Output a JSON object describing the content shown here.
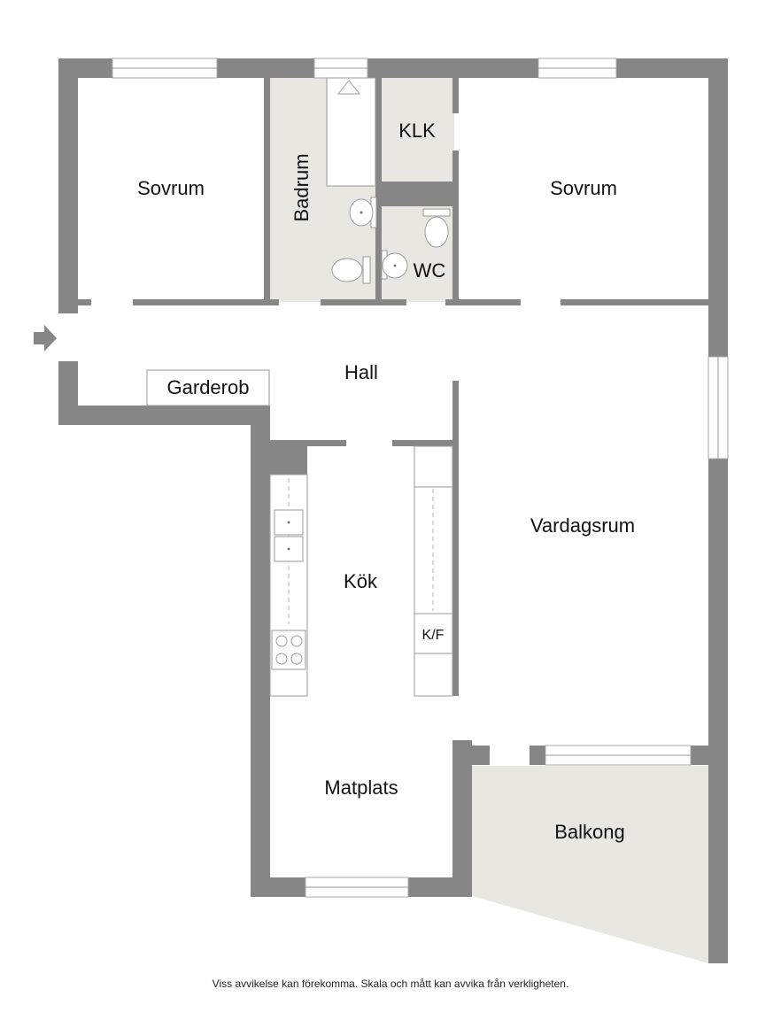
{
  "rooms": {
    "sovrum_left": "Sovrum",
    "badrum": "Badrum",
    "klk": "KLK",
    "sovrum_right": "Sovrum",
    "wc": "WC",
    "hall": "Hall",
    "garderob": "Garderob",
    "vardagsrum": "Vardagsrum",
    "kok": "Kök",
    "kf": "K/F",
    "matplats": "Matplats",
    "balkong": "Balkong"
  },
  "disclaimer": "Viss avvikelse kan förekomma. Skala och mått kan avvika från verkligheten.",
  "colors": {
    "wall": "#868686",
    "wet_room_floor": "#e9e7e2",
    "background": "#ffffff"
  }
}
